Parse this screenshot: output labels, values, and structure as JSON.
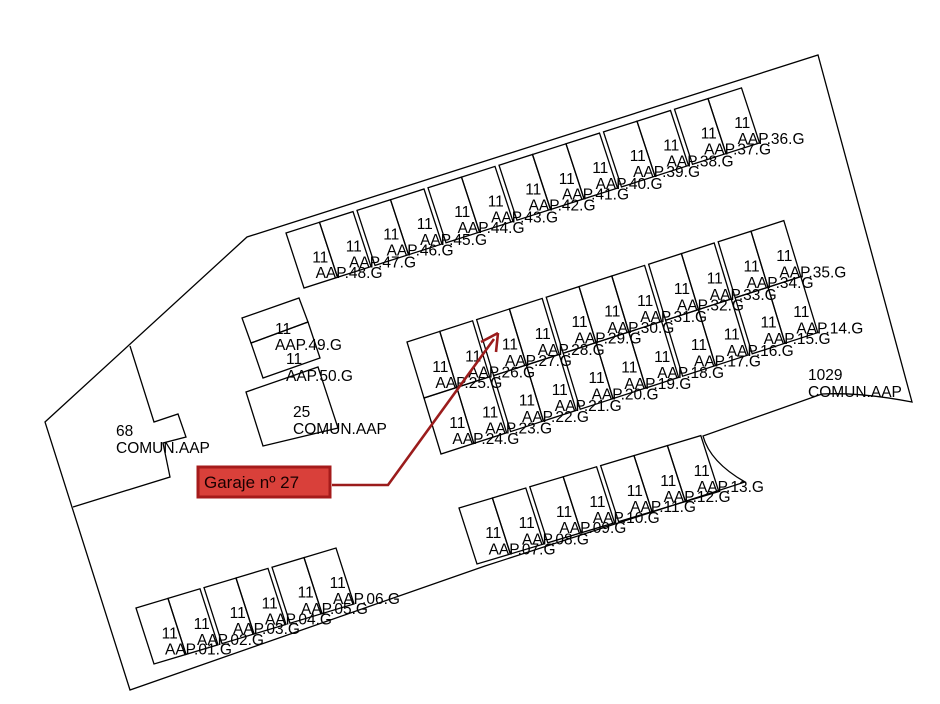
{
  "plan": {
    "garages": [
      {
        "label": "AAP.01.G",
        "area": "11"
      },
      {
        "label": "AAP.02.G",
        "area": "11"
      },
      {
        "label": "AAP.03.G",
        "area": "11"
      },
      {
        "label": "AAP.04.G",
        "area": "11"
      },
      {
        "label": "AAP.05.G",
        "area": "11"
      },
      {
        "label": "AAP.06.G",
        "area": "11"
      },
      {
        "label": "AAP.07.G",
        "area": "11"
      },
      {
        "label": "AAP.08.G",
        "area": "11"
      },
      {
        "label": "AAP.09.G",
        "area": "11"
      },
      {
        "label": "AAP.10.G",
        "area": "11"
      },
      {
        "label": "AAP.11.G",
        "area": "11"
      },
      {
        "label": "AAP.12.G",
        "area": "11"
      },
      {
        "label": "AAP.13.G",
        "area": "11"
      },
      {
        "label": "AAP.14.G",
        "area": "11"
      },
      {
        "label": "AAP.15.G",
        "area": "11"
      },
      {
        "label": "AAP.16.G",
        "area": "11"
      },
      {
        "label": "AAP.17.G",
        "area": "11"
      },
      {
        "label": "AAP.18.G",
        "area": "11"
      },
      {
        "label": "AAP.19.G",
        "area": "11"
      },
      {
        "label": "AAP.20.G",
        "area": "11"
      },
      {
        "label": "AAP.21.G",
        "area": "11"
      },
      {
        "label": "AAP.22.G",
        "area": "11"
      },
      {
        "label": "AAP.23.G",
        "area": "11"
      },
      {
        "label": "AAP.24.G",
        "area": "11"
      },
      {
        "label": "AAP.25.G",
        "area": "11"
      },
      {
        "label": "AAP.26.G",
        "area": "11"
      },
      {
        "label": "AAP.27.G",
        "area": "11"
      },
      {
        "label": "AAP.28.G",
        "area": "11"
      },
      {
        "label": "AAP.29.G",
        "area": "11"
      },
      {
        "label": "AAP.30.G",
        "area": "11"
      },
      {
        "label": "AAP.31.G",
        "area": "11"
      },
      {
        "label": "AAP.32.G",
        "area": "11"
      },
      {
        "label": "AAP.33.G",
        "area": "11"
      },
      {
        "label": "AAP.34.G",
        "area": "11"
      },
      {
        "label": "AAP.35.G",
        "area": "11"
      },
      {
        "label": "AAP.36.G",
        "area": "11"
      },
      {
        "label": "AAP.37.G",
        "area": "11"
      },
      {
        "label": "AAP.38.G",
        "area": "11"
      },
      {
        "label": "AAP.39.G",
        "area": "11"
      },
      {
        "label": "AAP.40.G",
        "area": "11"
      },
      {
        "label": "AAP.41.G",
        "area": "11"
      },
      {
        "label": "AAP.42.G",
        "area": "11"
      },
      {
        "label": "AAP.43.G",
        "area": "11"
      },
      {
        "label": "AAP.44.G",
        "area": "11"
      },
      {
        "label": "AAP.45.G",
        "area": "11"
      },
      {
        "label": "AAP.46.G",
        "area": "11"
      },
      {
        "label": "AAP.47.G",
        "area": "11"
      },
      {
        "label": "AAP.48.G",
        "area": "11"
      },
      {
        "label": "AAP.49.G",
        "area": "11"
      },
      {
        "label": "AAP.50.G",
        "area": "11"
      }
    ],
    "common_areas": [
      {
        "area": "68",
        "label": "COMUN.AAP"
      },
      {
        "area": "25",
        "label": "COMUN.AAP"
      },
      {
        "area": "1029",
        "label": "COMUN.AAP"
      }
    ]
  },
  "callout": {
    "label": "Garaje nº 27",
    "target": "AAP.27.G",
    "fill_color": "#d9403a",
    "border_color": "#a51b1b",
    "arrow_color": "#9b1c1c"
  }
}
